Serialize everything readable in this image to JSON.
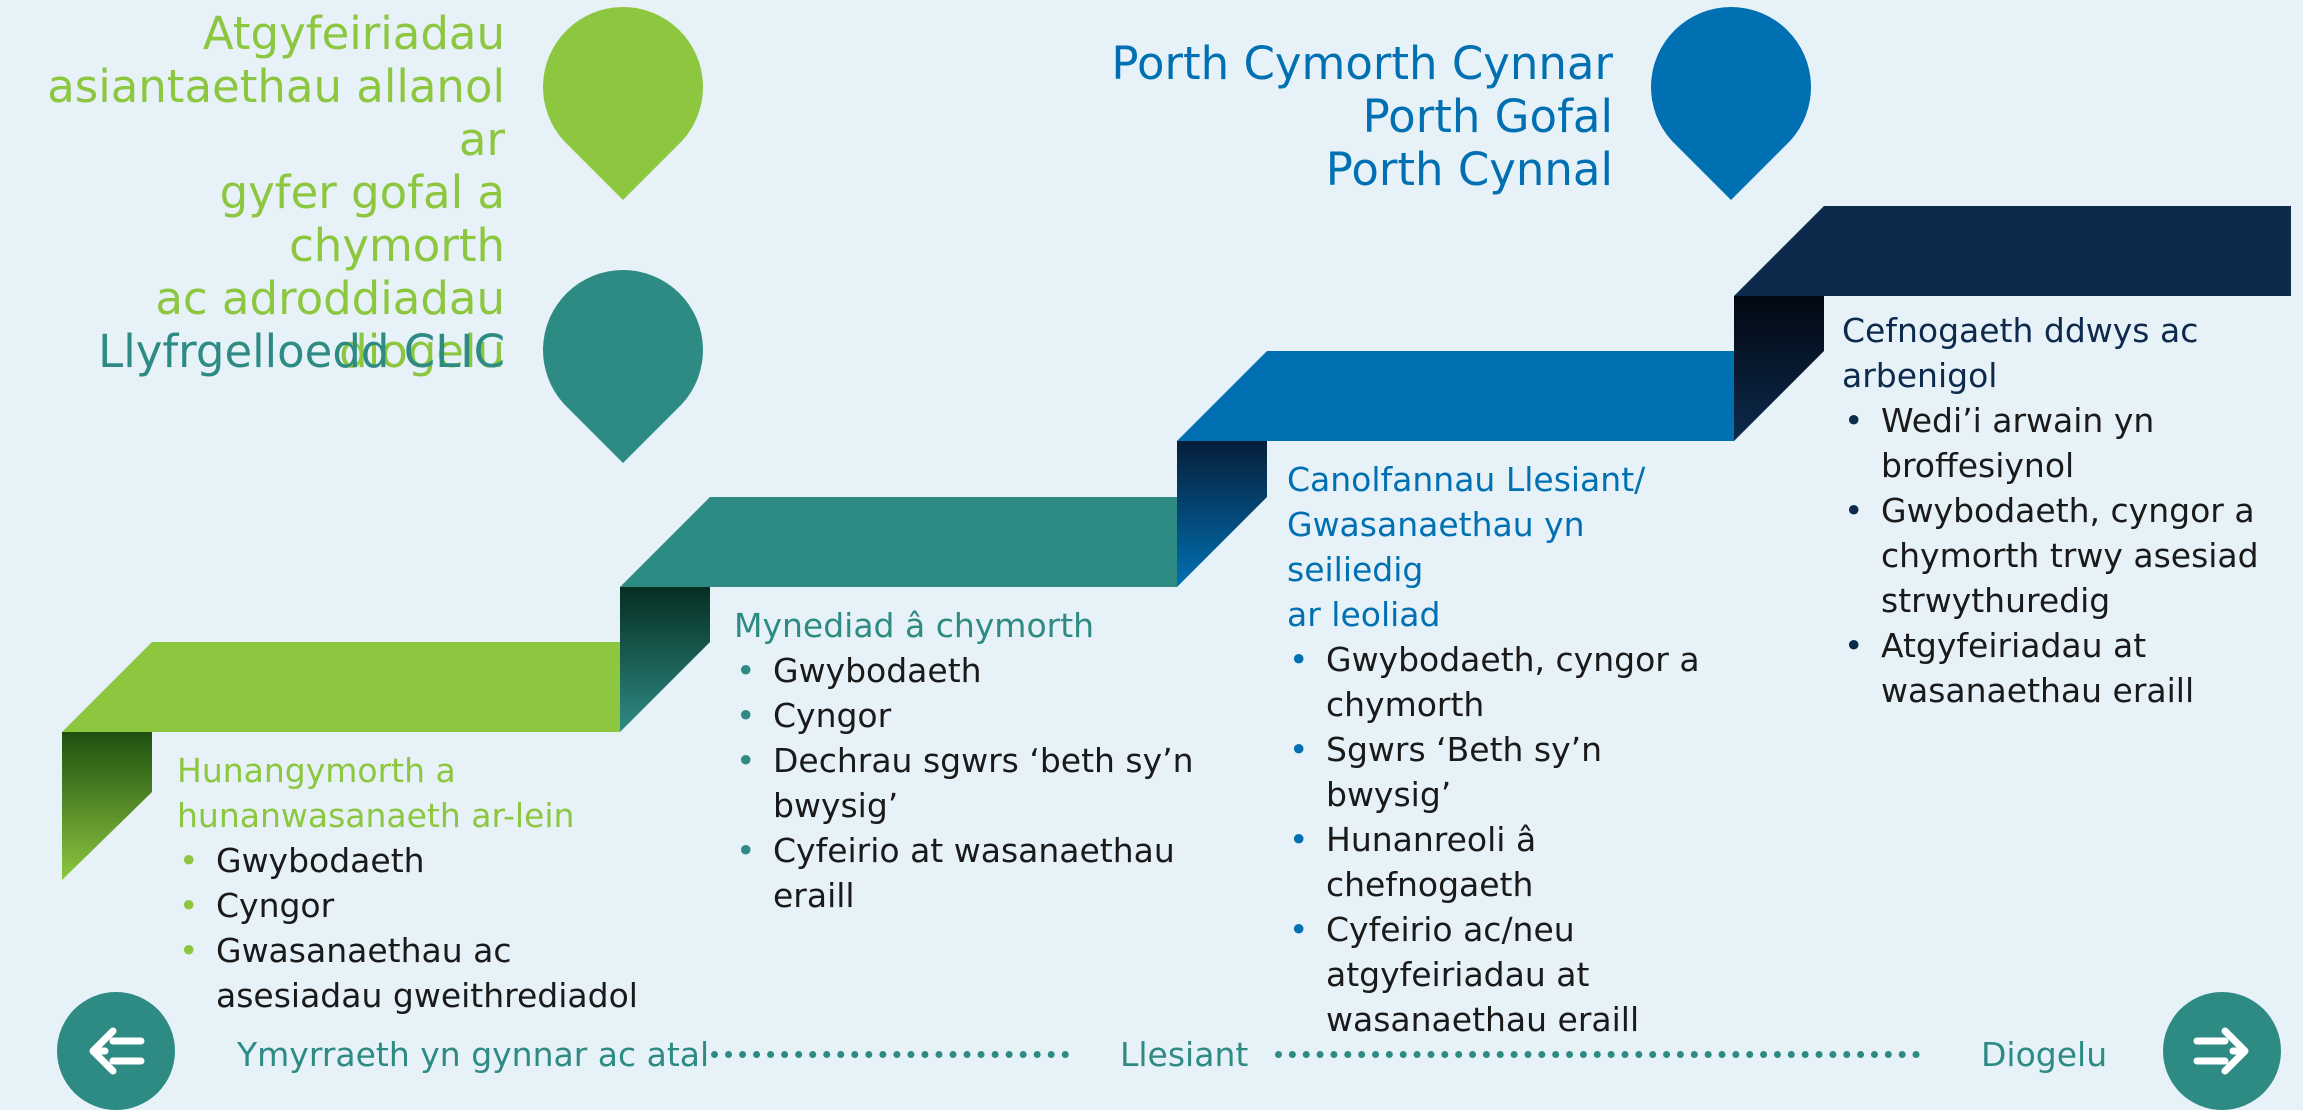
{
  "colors": {
    "green": "#8dc63f",
    "teal": "#2e8b84",
    "blue": "#0170b2",
    "navy": "#0d2a4c",
    "background": "#e6f1f8"
  },
  "top_labels": {
    "referrals": [
      "Atgyfeiriadau",
      "asiantaethau allanol ar",
      "gyfer gofal a chymorth",
      "ac adroddiadau diogelu"
    ],
    "libraries": "Llyfrgelloedd CLIC",
    "gateways": [
      "Porth Cymorth Cynnar",
      "Porth Gofal",
      "Porth Cynnal"
    ]
  },
  "steps": [
    {
      "heading": [
        "Hunangymorth a",
        "hunanwasanaeth ar-lein"
      ],
      "bullet": "•",
      "items": [
        "Gwybodaeth",
        "Cyngor",
        "Gwasanaethau ac asesiadau gweithrediadol"
      ]
    },
    {
      "heading": [
        "Mynediad â chymorth"
      ],
      "bullet": "•",
      "items": [
        "Gwybodaeth",
        "Cyngor",
        "Dechrau sgwrs ‘beth sy’n bwysig’",
        "Cyfeirio at wasanaethau eraill"
      ]
    },
    {
      "heading": [
        "Canolfannau Llesiant/",
        "Gwasanaethau yn seiliedig",
        "ar leoliad"
      ],
      "bullet": "•",
      "items": [
        "Gwybodaeth, cyngor a chymorth",
        "Sgwrs ‘Beth sy’n bwysig’",
        "Hunanreoli â chefnogaeth",
        "Cyfeirio ac/neu atgyfeiriadau at wasanaethau eraill"
      ]
    },
    {
      "heading": [
        "Cefnogaeth ddwys ac",
        "arbenigol"
      ],
      "bullet": "•",
      "items": [
        "Wedi’i arwain yn broffesiynol",
        "Gwybodaeth, cyngor a chymorth trwy asesiad strwythuredig",
        "Atgyfeiriadau at wasanaethau eraill"
      ]
    }
  ],
  "bottom_bar": {
    "left": "Ymyrraeth yn gynnar ac atal",
    "middle": "Llesiant",
    "right": "Diogelu"
  },
  "icons": {
    "back": "arrow-left-icon",
    "next": "arrow-right-icon",
    "pin": "map-pin-icon"
  }
}
